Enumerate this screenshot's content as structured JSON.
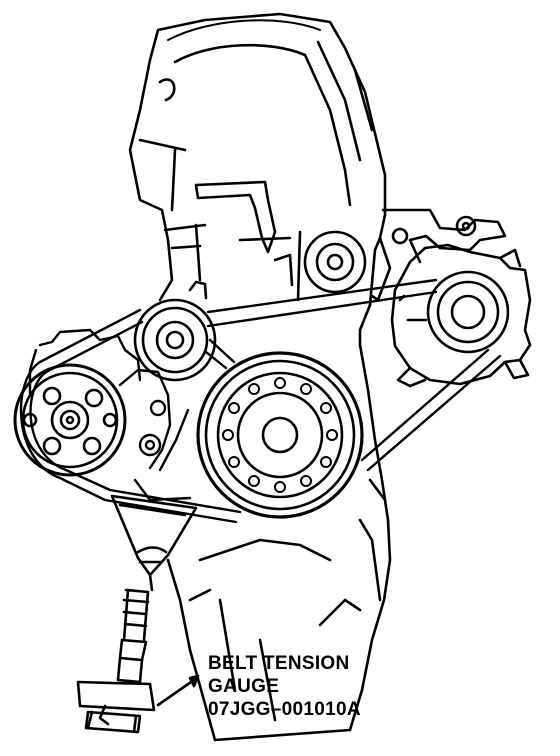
{
  "callout": {
    "line1": "BELT TENSION",
    "line2": "GAUGE",
    "line3": "07JGG–001010A"
  },
  "colors": {
    "ink": "#000000",
    "paper": "#ffffff"
  }
}
